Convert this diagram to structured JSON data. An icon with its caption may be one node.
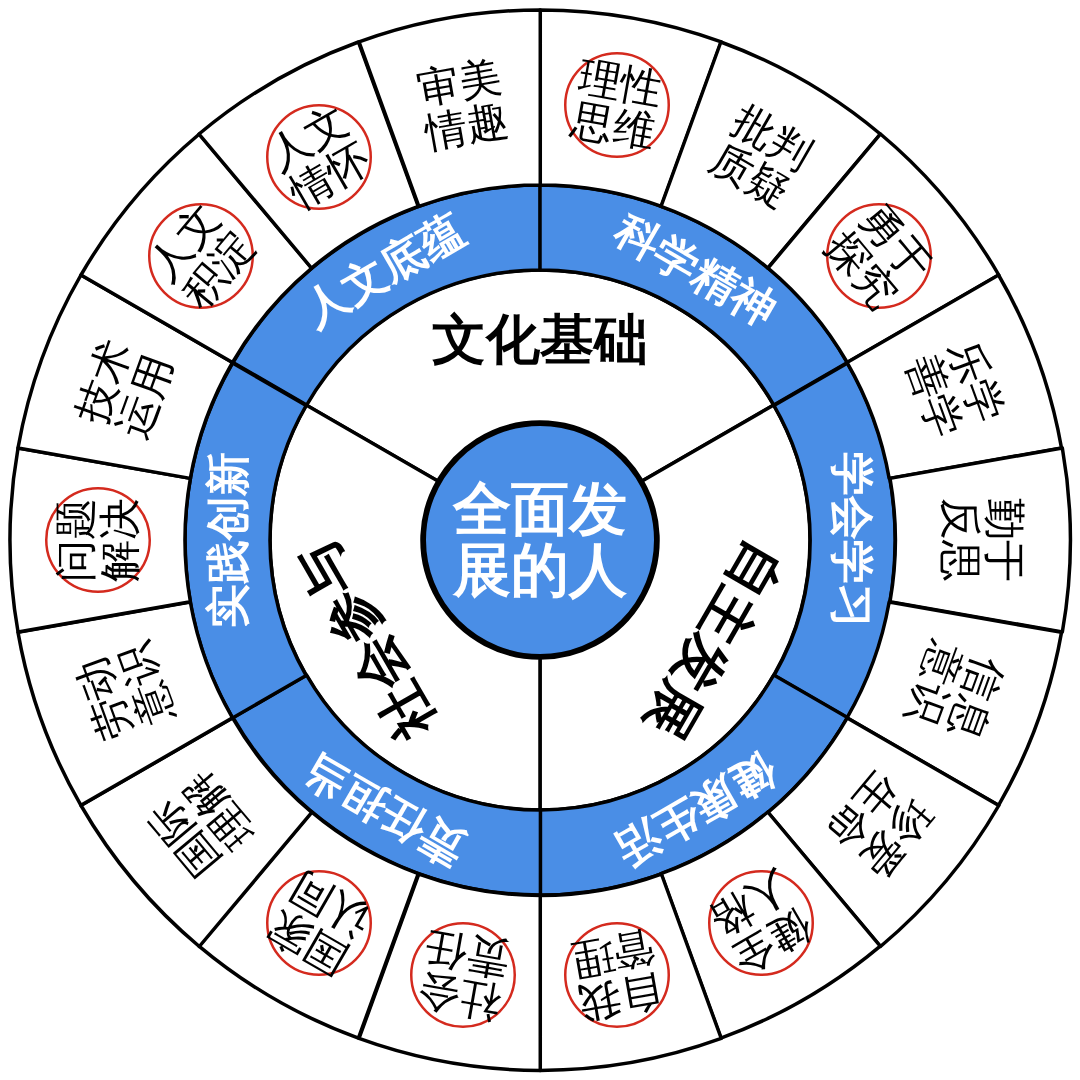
{
  "diagram": {
    "nodes": [
      {
        "text": [
          "全面发展的人"
        ]
      },
      {
        "text": [
          "文化基础"
        ]
      },
      {
        "text": [
          "自主发展"
        ]
      },
      {
        "text": [
          "社会参与"
        ]
      },
      {
        "text": [
          "人文底蕴"
        ]
      },
      {
        "text": [
          "科学精神"
        ]
      },
      {
        "text": [
          "学会学习"
        ]
      },
      {
        "text": [
          "健康生活"
        ]
      },
      {
        "text": [
          "责任担当"
        ]
      },
      {
        "text": [
          "实践创新"
        ]
      },
      {
        "text": [],
        "shape": "box"
      },
      {
        "text": [
          "理性思维"
        ],
        "in": 10
      },
      {
        "text": [
          "批判质疑"
        ]
      },
      {
        "text": [],
        "shape": "box"
      },
      {
        "text": [
          "勇于探究"
        ],
        "in": 13
      },
      {
        "text": [
          "乐学善学"
        ]
      },
      {
        "text": [
          "勤于反思"
        ]
      },
      {
        "text": [
          "信息意识"
        ]
      },
      {
        "text": [
          "珍爱生命"
        ]
      },
      {
        "text": [],
        "shape": "box"
      },
      {
        "text": [
          "健全人格"
        ],
        "in": 19
      },
      {
        "text": [],
        "shape": "box"
      },
      {
        "text": [
          "自我管理"
        ],
        "in": 21
      },
      {
        "text": [],
        "shape": "box"
      },
      {
        "text": [
          "社会责任"
        ],
        "in": 23
      },
      {
        "text": [],
        "shape": "box"
      },
      {
        "text": [
          "国家认同"
        ],
        "in": 25
      },
      {
        "text": [
          "国际理解"
        ]
      },
      {
        "text": [
          "劳动意识"
        ]
      },
      {
        "text": [],
        "shape": "box"
      },
      {
        "text": [
          "问题解决"
        ],
        "in": 29
      },
      {
        "text": [
          "技术运用"
        ]
      },
      {
        "text": [],
        "shape": "box"
      },
      {
        "text": [
          "人文积淀"
        ],
        "in": 32
      },
      {
        "text": [],
        "shape": "box"
      },
      {
        "text": [
          "人文情怀"
        ],
        "in": 34
      },
      {
        "text": [
          "审美情趣"
        ]
      }
    ]
  }
}
